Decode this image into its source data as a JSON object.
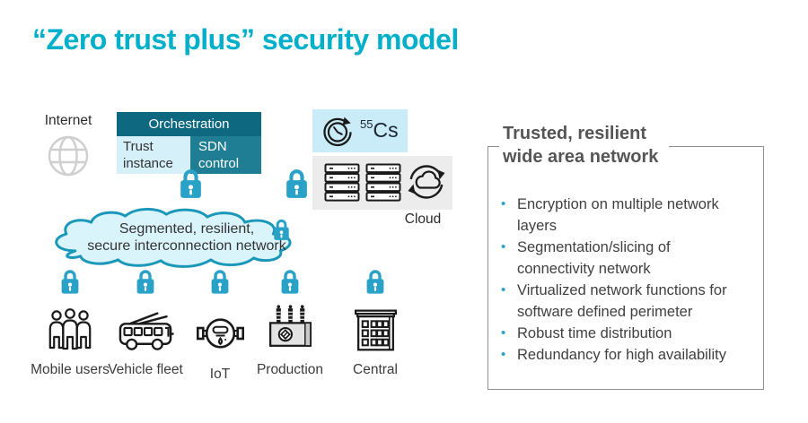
{
  "title": "“Zero trust plus” security model",
  "colors": {
    "accent_cyan": "#00b0ca",
    "lock": "#2aa2c8",
    "orchestration_bg": "#0d6880",
    "trust_instance_bg": "#d5f0f8",
    "sdn_control_bg": "#1f7e94",
    "clock_box_bg": "#c9ecf8",
    "servers_box_bg": "#ececec",
    "network_cloud_fill": "#daf4fb",
    "network_cloud_stroke": "#1a97b9",
    "panel_border": "#8f8f8f",
    "heading_text": "#555555",
    "body_text": "#404040"
  },
  "diagram": {
    "internet_label": "Internet",
    "orchestration_label": "Orchestration",
    "trust_instance_label": "Trust instance",
    "sdn_control_label": "SDN control",
    "atomic_clock": {
      "mass": "55",
      "symbol": "Cs"
    },
    "cloud_label": "Cloud",
    "network_cloud_line1": "Segmented, resilient,",
    "network_cloud_line2": "secure interconnection network",
    "endpoints": [
      {
        "label": "Mobile users",
        "icon": "people-icon"
      },
      {
        "label": "Vehicle fleet",
        "icon": "trolleybus-icon"
      },
      {
        "label": "IoT",
        "icon": "water-meter-icon"
      },
      {
        "label": "Production",
        "icon": "transformer-icon"
      },
      {
        "label": "Central",
        "icon": "building-icon"
      }
    ]
  },
  "panel": {
    "heading_line1": "Trusted, resilient",
    "heading_line2": "wide area network",
    "bullet_glyph": "•",
    "bullets": [
      "Encryption on multiple network layers",
      "Segmentation/slicing of connectivity network",
      "Virtualized network functions for software defined perimeter",
      "Robust time distribution",
      "Redundancy for high availability"
    ]
  }
}
